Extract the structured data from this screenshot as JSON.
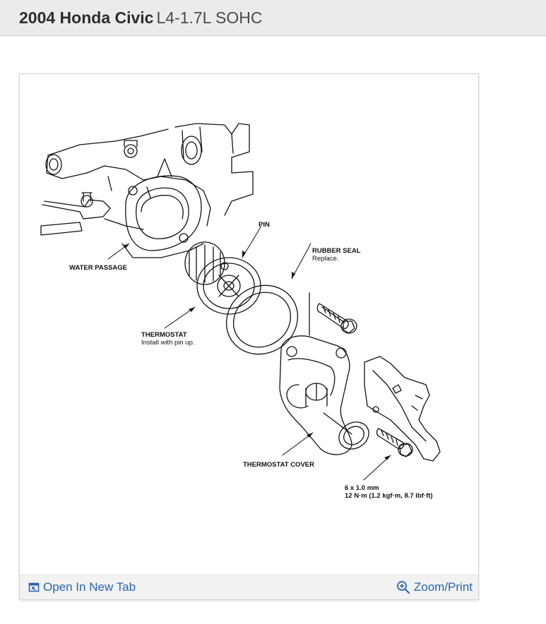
{
  "header": {
    "vehicle": "2004 Honda Civic",
    "engine": "L4-1.7L SOHC"
  },
  "diagram": {
    "labels": {
      "water_passage": "WATER PASSAGE",
      "pin": "PIN",
      "rubber_seal": "RUBBER SEAL",
      "rubber_seal_note": "Replace.",
      "thermostat": "THERMOSTAT",
      "thermostat_note": "Install with pin up.",
      "thermostat_cover": "THERMOSTAT COVER",
      "bolt_size": "6 x 1.0 mm",
      "bolt_torque": "12 N·m (1.2 kgf·m, 8.7 lbf·ft)"
    }
  },
  "footer": {
    "open_tab_label": "Open In New Tab",
    "zoom_label": "Zoom/Print",
    "link_color": "#2a64b4",
    "open_tab_icon": "open-in-new-tab-icon",
    "zoom_icon": "magnifier-plus-icon"
  }
}
